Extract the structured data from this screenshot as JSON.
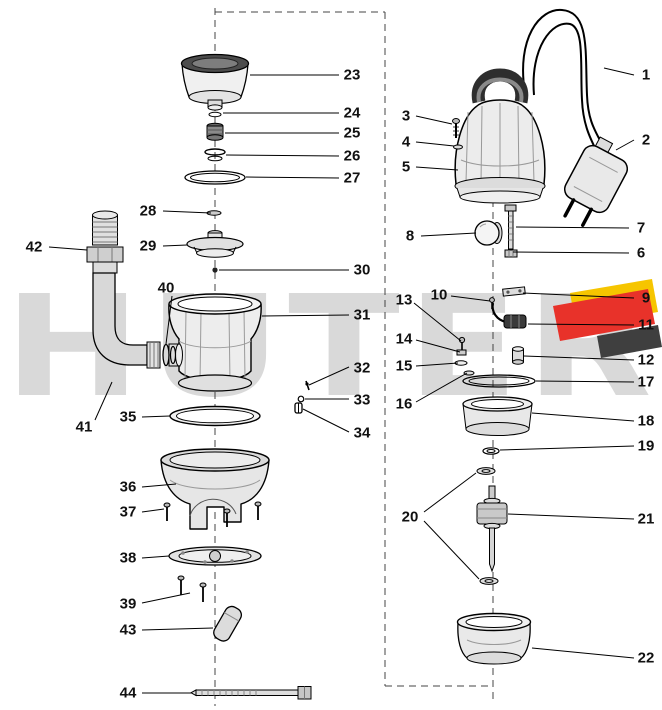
{
  "brand": {
    "watermark_text": "HUTER",
    "watermark_color": "#d9d9d9",
    "flag_yellow": "#f6c500",
    "flag_red": "#e8322a",
    "swoosh_dark": "#3f3f3f"
  },
  "diagram": {
    "type": "exploded-parts-diagram",
    "subject": "submersible drainage pump",
    "line_color": "#000000"
  },
  "part_labels": [
    "1",
    "2",
    "3",
    "4",
    "5",
    "6",
    "7",
    "8",
    "9",
    "10",
    "11",
    "12",
    "13",
    "14",
    "15",
    "16",
    "17",
    "18",
    "19",
    "20",
    "21",
    "22",
    "23",
    "24",
    "25",
    "26",
    "27",
    "28",
    "29",
    "30",
    "31",
    "32",
    "33",
    "34",
    "35",
    "36",
    "37",
    "38",
    "39",
    "40",
    "41",
    "42",
    "43",
    "44"
  ]
}
